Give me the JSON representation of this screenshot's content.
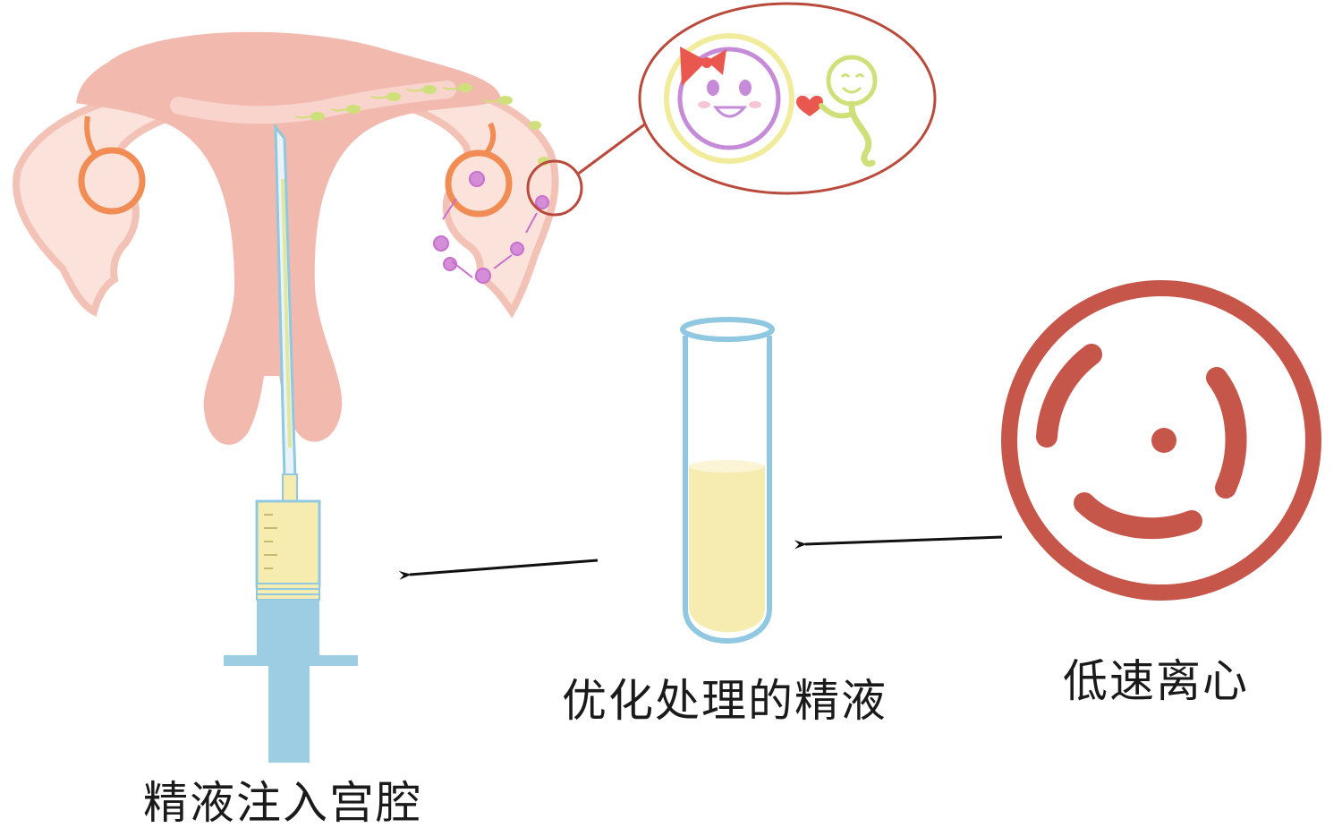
{
  "steps": [
    {
      "id": "centrifuge",
      "label": "低速离心"
    },
    {
      "id": "tube",
      "label": "优化处理的精液"
    },
    {
      "id": "injection",
      "label": "精液注入宫腔"
    }
  ],
  "colors": {
    "uterus": "#f2b9ae",
    "uterus_outline": "#f5cdc4",
    "ovary": "#f08c54",
    "centrifuge": "#c6564a",
    "tube_outline": "#8fc8e0",
    "liquid": "#f6ecb0",
    "syringe_barrel": "#9ccde3",
    "sperm": "#cfe07a",
    "egg_outline": "#c58ad8",
    "magnifier": "#b94a3c",
    "arrow": "#111111"
  }
}
